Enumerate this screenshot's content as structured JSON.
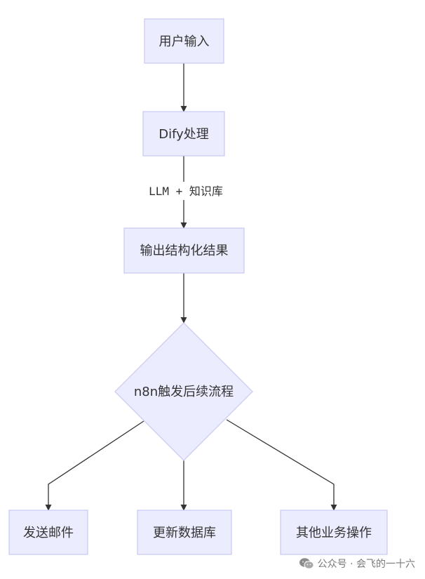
{
  "nodes": {
    "user_input": "用户输入",
    "dify": "Dify处理",
    "structured": "输出结构化结果",
    "n8n": "n8n触发后续流程",
    "email": "发送邮件",
    "db": "更新数据库",
    "other": "其他业务操作"
  },
  "edges": {
    "dify_to_structured_label": "LLM + 知识库"
  },
  "colors": {
    "node_fill": "#ececff",
    "node_stroke": "#c8c8f0",
    "edge": "#333333"
  },
  "watermark": {
    "text": "公众号 · 会飞的一十六",
    "icon": "wechat-icon"
  }
}
